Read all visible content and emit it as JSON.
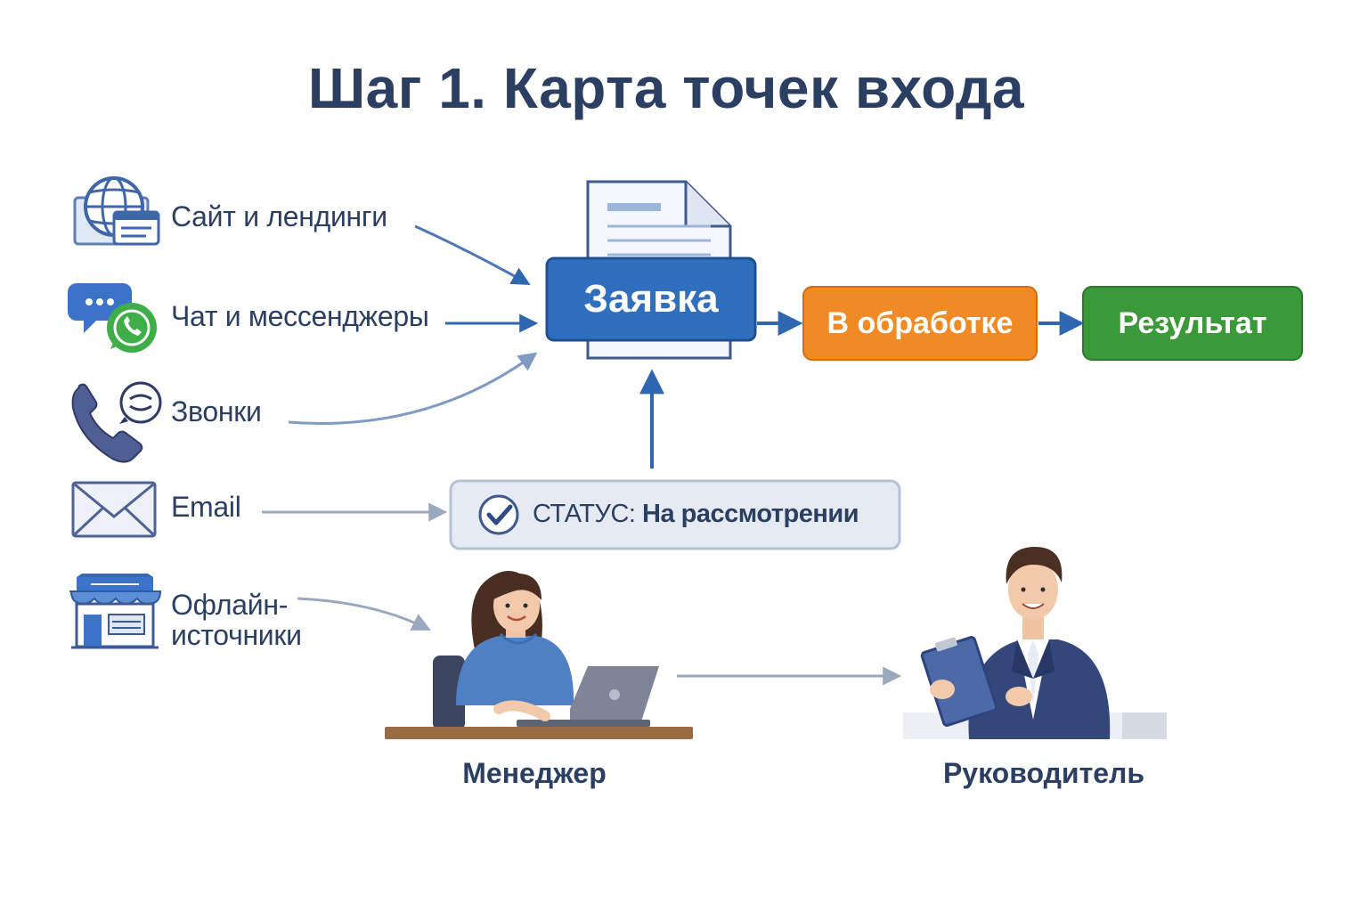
{
  "title": "Шаг 1. Карта точек входа",
  "sources": [
    {
      "label": "Сайт и лендинги",
      "icon": "globe-browser-icon"
    },
    {
      "label": "Чат и мессенджеры",
      "icon": "chat-whatsapp-icon"
    },
    {
      "label": "Звонки",
      "icon": "phone-icon"
    },
    {
      "label": "Email",
      "icon": "envelope-icon"
    },
    {
      "label_line1": "Офлайн-",
      "label_line2": "источники",
      "icon": "storefront-icon"
    }
  ],
  "flow": {
    "request": "Заявка",
    "processing": "В обработке",
    "result": "Результат"
  },
  "status": {
    "prefix": "СТАТУС:",
    "value": "На рассмотрении"
  },
  "roles": {
    "manager": "Менеджер",
    "head": "Руководитель"
  },
  "colors": {
    "request": "#2f6fbd",
    "processing": "#f08a24",
    "result": "#3a9a3a",
    "text": "#2b3f63",
    "arrow": "#2f66b0"
  }
}
